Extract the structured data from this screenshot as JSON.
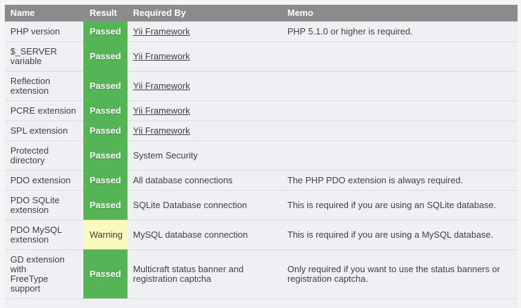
{
  "colors": {
    "header_bg": "#8b8b8b",
    "header_text": "#ffffff",
    "row_bg": "#eff0f3",
    "divider": "#d9dbdf",
    "passed_bg": "#55b455",
    "passed_text": "#ffffff",
    "warning_bg": "#fafabe",
    "warning_text": "#3a3a3a",
    "text": "#3f3f3f",
    "page_bg": "#f5f5f6"
  },
  "table": {
    "headers": [
      "Name",
      "Result",
      "Required By",
      "Memo"
    ],
    "rows": [
      {
        "name": "PHP version",
        "result": "Passed",
        "status": "passed",
        "required_by": "Yii Framework",
        "required_by_is_link": true,
        "memo": "PHP 5.1.0 or higher is required."
      },
      {
        "name": "$_SERVER\nvariable",
        "result": "Passed",
        "status": "passed",
        "required_by": "Yii Framework",
        "required_by_is_link": true,
        "memo": ""
      },
      {
        "name": "Reflection\nextension",
        "result": "Passed",
        "status": "passed",
        "required_by": "Yii Framework",
        "required_by_is_link": true,
        "memo": ""
      },
      {
        "name": "PCRE extension",
        "result": "Passed",
        "status": "passed",
        "required_by": "Yii Framework",
        "required_by_is_link": true,
        "memo": ""
      },
      {
        "name": "SPL extension",
        "result": "Passed",
        "status": "passed",
        "required_by": "Yii Framework",
        "required_by_is_link": true,
        "memo": ""
      },
      {
        "name": "Protected\ndirectory",
        "result": "Passed",
        "status": "passed",
        "required_by": "System Security",
        "required_by_is_link": false,
        "memo": ""
      },
      {
        "name": "PDO extension",
        "result": "Passed",
        "status": "passed",
        "required_by": "All database connections",
        "required_by_is_link": false,
        "memo": "The PHP PDO extension is always required."
      },
      {
        "name": "PDO SQLite\nextension",
        "result": "Passed",
        "status": "passed",
        "required_by": "SQLite Database connection",
        "required_by_is_link": false,
        "memo": "This is required if you are using an SQLite database."
      },
      {
        "name": "PDO MySQL\nextension",
        "result": "Warning",
        "status": "warning",
        "required_by": "MySQL database connection",
        "required_by_is_link": false,
        "memo": "This is required if you are using a MySQL database."
      },
      {
        "name": "GD extension\nwith\nFreeType\nsupport",
        "result": "Passed",
        "status": "passed",
        "required_by": "Multicraft status banner and\nregistration captcha",
        "required_by_is_link": false,
        "memo": "Only required if you want to use the status banners or\nregistration captcha."
      }
    ]
  }
}
